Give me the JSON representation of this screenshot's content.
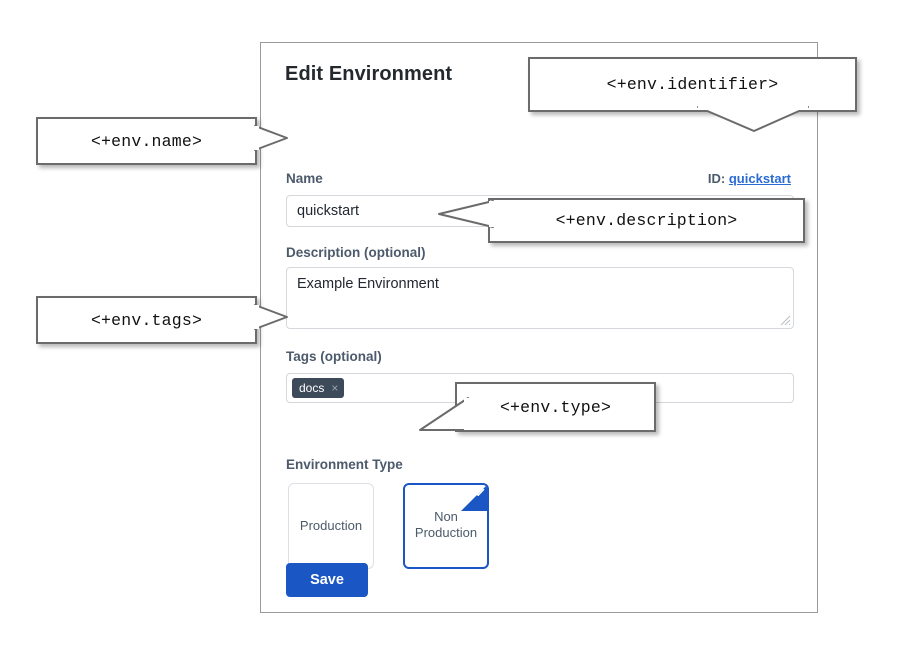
{
  "panel": {
    "title": "Edit Environment"
  },
  "fields": {
    "name": {
      "label": "Name",
      "value": "quickstart",
      "placeholder": ""
    },
    "identifier": {
      "prefix": "ID:",
      "value": "quickstart"
    },
    "description": {
      "label": "Description (optional)",
      "value": "Example Environment",
      "placeholder": ""
    },
    "tags": {
      "label": "Tags (optional)",
      "chips": [
        {
          "label": "docs",
          "remove_icon": "×"
        }
      ],
      "placeholder": ""
    },
    "environment_type": {
      "label": "Environment Type",
      "options": [
        {
          "label": "Production",
          "selected": false
        },
        {
          "label": "Non Production",
          "line1": "Non",
          "line2": "Production",
          "selected": true
        }
      ],
      "selected_icon": "check-icon"
    }
  },
  "actions": {
    "save_label": "Save"
  },
  "callouts": [
    {
      "id": "name",
      "text": "<+env.name>"
    },
    {
      "id": "identifier",
      "text": "<+env.identifier>"
    },
    {
      "id": "description",
      "text": "<+env.description>"
    },
    {
      "id": "tags",
      "text": "<+env.tags>"
    },
    {
      "id": "type",
      "text": "<+env.type>"
    }
  ],
  "colors": {
    "accent_blue": "#1a56c4",
    "link_blue": "#2b6cd4",
    "label_slate": "#4c5a6b",
    "chip_dark": "#3c4a5a",
    "panel_border": "#9a9a9a",
    "input_border": "#d5d8dc",
    "callout_border": "#6b6b6b"
  }
}
